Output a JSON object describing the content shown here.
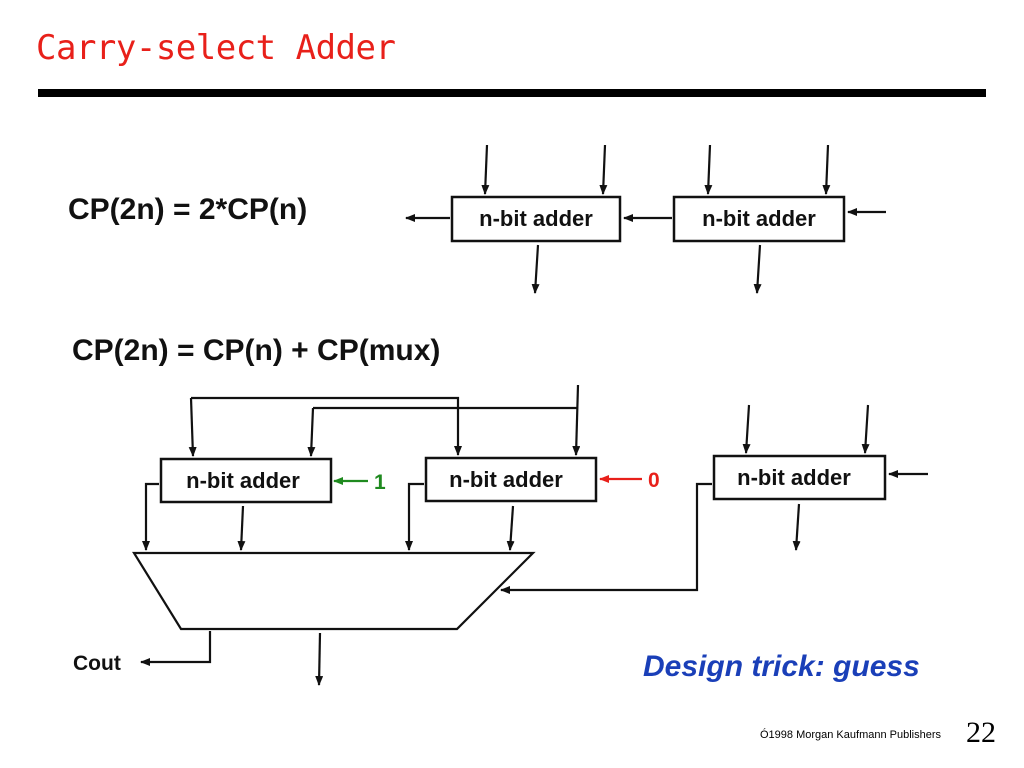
{
  "slide": {
    "title": "Carry-select Adder",
    "footer": "Ó1998 Morgan Kaufmann Publishers",
    "page_number": "22"
  },
  "diagram": {
    "equation_1": "CP(2n) = 2*CP(n)",
    "equation_2": "CP(2n) = CP(n) + CP(mux)",
    "adder_label": "n-bit adder",
    "carry_in_guess_1": "1",
    "carry_in_guess_0": "0",
    "cout_label": "Cout",
    "design_trick": "Design trick: guess",
    "colors": {
      "guess_1": "#1f8a1f",
      "guess_0": "#e8201a",
      "trick_text": "#1a3fb8"
    }
  }
}
